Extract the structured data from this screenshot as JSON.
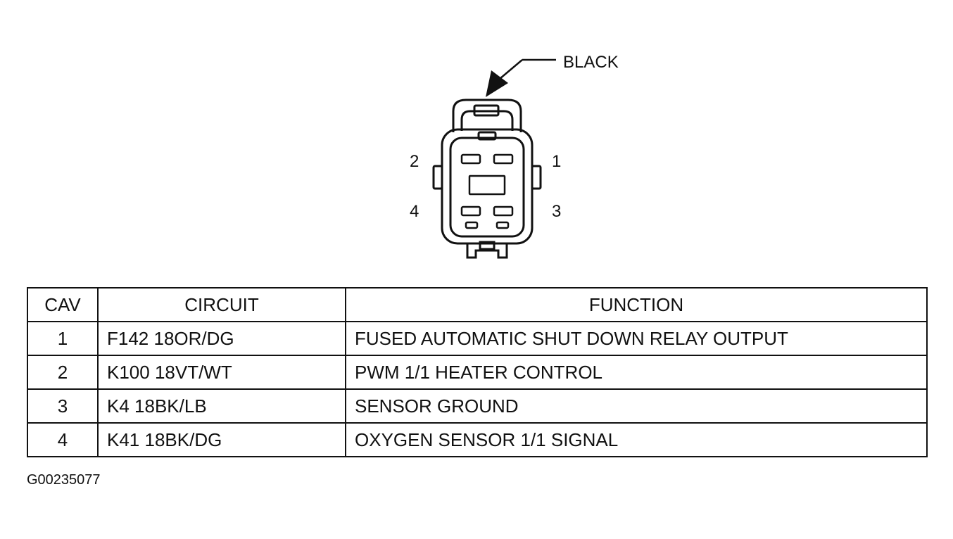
{
  "connector": {
    "color_label": "BLACK",
    "pin_labels": {
      "pin1": "1",
      "pin2": "2",
      "pin3": "3",
      "pin4": "4"
    }
  },
  "table": {
    "headers": {
      "cav": "CAV",
      "circuit": "CIRCUIT",
      "function": "FUNCTION"
    },
    "rows": [
      {
        "cav": "1",
        "circuit": "F142 18OR/DG",
        "function": "FUSED AUTOMATIC SHUT DOWN RELAY OUTPUT"
      },
      {
        "cav": "2",
        "circuit": "K100 18VT/WT",
        "function": "PWM 1/1 HEATER CONTROL"
      },
      {
        "cav": "3",
        "circuit": "K4 18BK/LB",
        "function": "SENSOR GROUND"
      },
      {
        "cav": "4",
        "circuit": "K41 18BK/DG",
        "function": "OXYGEN SENSOR 1/1 SIGNAL"
      }
    ]
  },
  "figure_id": "G00235077"
}
